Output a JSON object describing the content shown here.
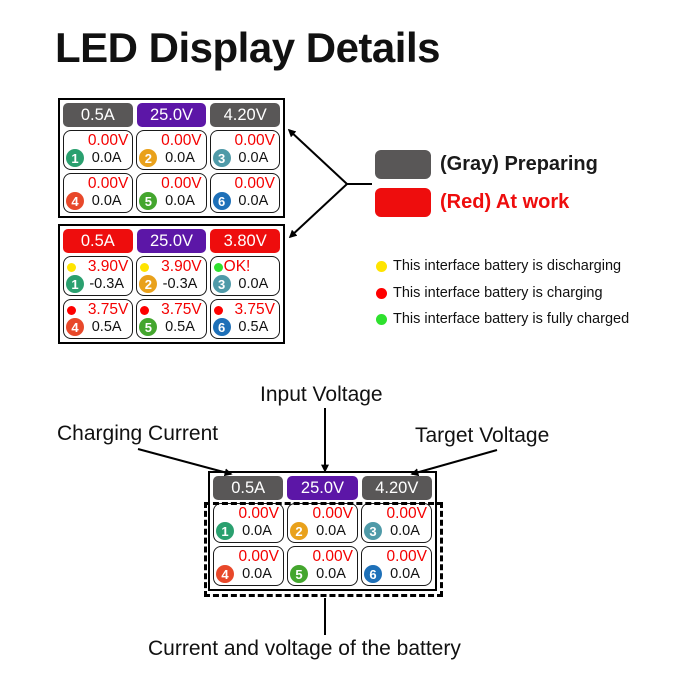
{
  "title": "LED Display Details",
  "colors": {
    "gray": "#595757",
    "purple": "#5c16a7",
    "red": "#ee0d0d"
  },
  "panels": [
    {
      "name": "preparing-display",
      "chips": [
        {
          "label": "0.5A",
          "color": "#595757"
        },
        {
          "label": "25.0V",
          "color": "#5c16a7"
        },
        {
          "label": "4.20V",
          "color": "#595757"
        }
      ],
      "cells": [
        {
          "num": "1",
          "circle": "#2aa06f",
          "voltage": "0.00V",
          "amps": "0.0A"
        },
        {
          "num": "2",
          "circle": "#e9a11b",
          "voltage": "0.00V",
          "amps": "0.0A"
        },
        {
          "num": "3",
          "circle": "#4f9aa8",
          "voltage": "0.00V",
          "amps": "0.0A"
        },
        {
          "num": "4",
          "circle": "#e8482a",
          "voltage": "0.00V",
          "amps": "0.0A"
        },
        {
          "num": "5",
          "circle": "#44a62e",
          "voltage": "0.00V",
          "amps": "0.0A"
        },
        {
          "num": "6",
          "circle": "#1e70b8",
          "voltage": "0.00V",
          "amps": "0.0A"
        }
      ]
    },
    {
      "name": "at-work-display",
      "chips": [
        {
          "label": "0.5A",
          "color": "#ee0d0d"
        },
        {
          "label": "25.0V",
          "color": "#5c16a7"
        },
        {
          "label": "3.80V",
          "color": "#ee0d0d"
        }
      ],
      "cells": [
        {
          "num": "1",
          "circle": "#2aa06f",
          "dot": "#ffe400",
          "voltage": "3.90V",
          "amps": "-0.3A"
        },
        {
          "num": "2",
          "circle": "#e9a11b",
          "dot": "#ffe400",
          "voltage": "3.90V",
          "amps": "-0.3A"
        },
        {
          "num": "3",
          "circle": "#4f9aa8",
          "dot": "#2ee12e",
          "voltage": "OK!",
          "amps": "0.0A"
        },
        {
          "num": "4",
          "circle": "#e8482a",
          "dot": "#fe0000",
          "voltage": "3.75V",
          "amps": "0.5A"
        },
        {
          "num": "5",
          "circle": "#44a62e",
          "dot": "#fe0000",
          "voltage": "3.75V",
          "amps": "0.5A"
        },
        {
          "num": "6",
          "circle": "#1e70b8",
          "dot": "#fe0000",
          "voltage": "3.75V",
          "amps": "0.5A"
        }
      ]
    },
    {
      "name": "annotated-display",
      "chips": [
        {
          "label": "0.5A",
          "color": "#595757"
        },
        {
          "label": "25.0V",
          "color": "#5c16a7"
        },
        {
          "label": "4.20V",
          "color": "#595757"
        }
      ],
      "cells": [
        {
          "num": "1",
          "circle": "#2aa06f",
          "voltage": "0.00V",
          "amps": "0.0A"
        },
        {
          "num": "2",
          "circle": "#e9a11b",
          "voltage": "0.00V",
          "amps": "0.0A"
        },
        {
          "num": "3",
          "circle": "#4f9aa8",
          "voltage": "0.00V",
          "amps": "0.0A"
        },
        {
          "num": "4",
          "circle": "#e8482a",
          "voltage": "0.00V",
          "amps": "0.0A"
        },
        {
          "num": "5",
          "circle": "#44a62e",
          "voltage": "0.00V",
          "amps": "0.0A"
        },
        {
          "num": "6",
          "circle": "#1e70b8",
          "voltage": "0.00V",
          "amps": "0.0A"
        }
      ]
    }
  ],
  "legend": {
    "swatches": [
      {
        "label": "(Gray) Preparing",
        "color": "#595757",
        "text_color": "#1a1a1a"
      },
      {
        "label": "(Red) At work",
        "color": "#ee0d0d",
        "text_color": "#ee0d0d"
      }
    ],
    "bullets": [
      {
        "dot": "#ffe400",
        "text": "This interface battery is discharging"
      },
      {
        "dot": "#fe0000",
        "text": "This interface battery is charging"
      },
      {
        "dot": "#2ee12e",
        "text": "This interface battery is fully charged"
      }
    ]
  },
  "annotations": {
    "input_voltage": "Input Voltage",
    "charging_current": "Charging Current",
    "target_voltage": "Target Voltage",
    "battery_caption": "Current and voltage of the battery"
  }
}
